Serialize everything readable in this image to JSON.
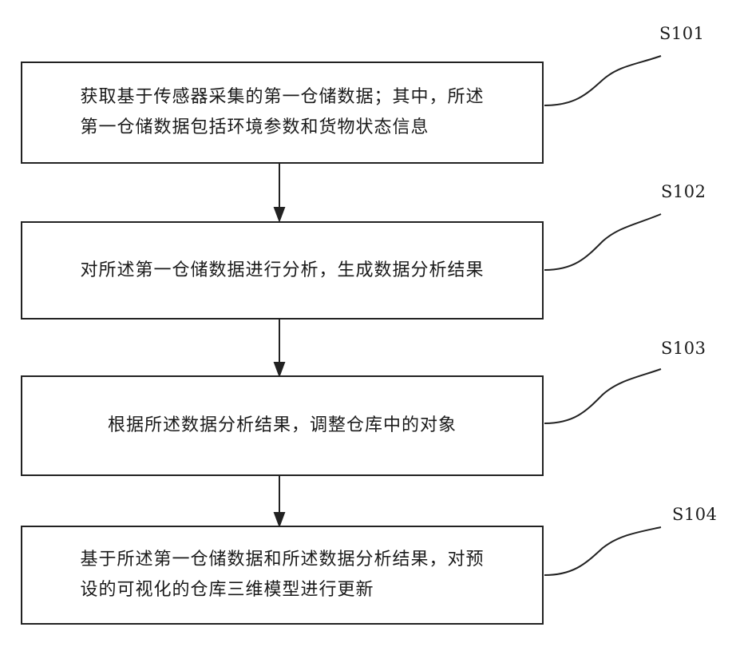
{
  "steps": [
    {
      "id": "S101",
      "text": "获取基于传感器采集的第一仓储数据；其中，所述\n第一仓储数据包括环境参数和货物状态信息"
    },
    {
      "id": "S102",
      "text": "对所述第一仓储数据进行分析，生成数据分析结果"
    },
    {
      "id": "S103",
      "text": "根据所述数据分析结果，调整仓库中的对象"
    },
    {
      "id": "S104",
      "text": "基于所述第一仓储数据和所述数据分析结果，对预\n设的可视化的仓库三维模型进行更新"
    }
  ]
}
